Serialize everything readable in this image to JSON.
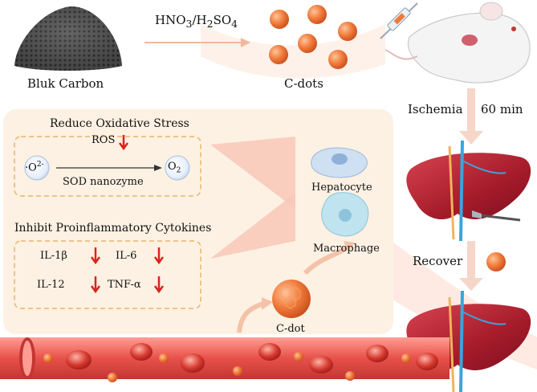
{
  "top": {
    "bulk_label": "Bluk Carbon",
    "acid_main_1": "HNO",
    "acid_sub_1": "3",
    "acid_slash": "/H",
    "acid_sub_2": "2",
    "acid_main_2": "SO",
    "acid_sub_3": "4",
    "cdots_label": "C-dots"
  },
  "right": {
    "ischemia_label": "Ischemia",
    "duration_label": "60 min",
    "recover_label": "Recover"
  },
  "panel": {
    "oxidative": {
      "title": "Reduce Oxidative Stress",
      "ros_label": "ROS",
      "radical_dot": "·",
      "radical_main": "O",
      "radical_sup": "2-",
      "product_main": "O",
      "product_sub": "2",
      "enzyme_label": "SOD nanozyme"
    },
    "cytokines": {
      "title": "Inhibit Proinflammatory Cytokines",
      "items": [
        "IL-1β",
        "IL-6",
        "IL-12",
        "TNF-α"
      ]
    },
    "cells": {
      "hepatocyte_label": "Hepatocyte",
      "macrophage_label": "Macrophage",
      "cdot_label": "C-dot"
    }
  },
  "colors": {
    "panel_fill": "#fdf1e3",
    "box_border": "#e8b66a",
    "down_arrow": "#d9251c",
    "cdot_orange": "#f07a3a",
    "blood_vessel": "#e8514a",
    "liver": "#b3212e",
    "vein_blue": "#3aa5db",
    "flow_arrow": "#f4c2a8"
  },
  "icons": [
    "mouse-icon",
    "syringe-icon",
    "liver-icon",
    "scalpel-icon",
    "hepatocyte-icon",
    "macrophage-icon",
    "red-blood-cell-icon"
  ]
}
